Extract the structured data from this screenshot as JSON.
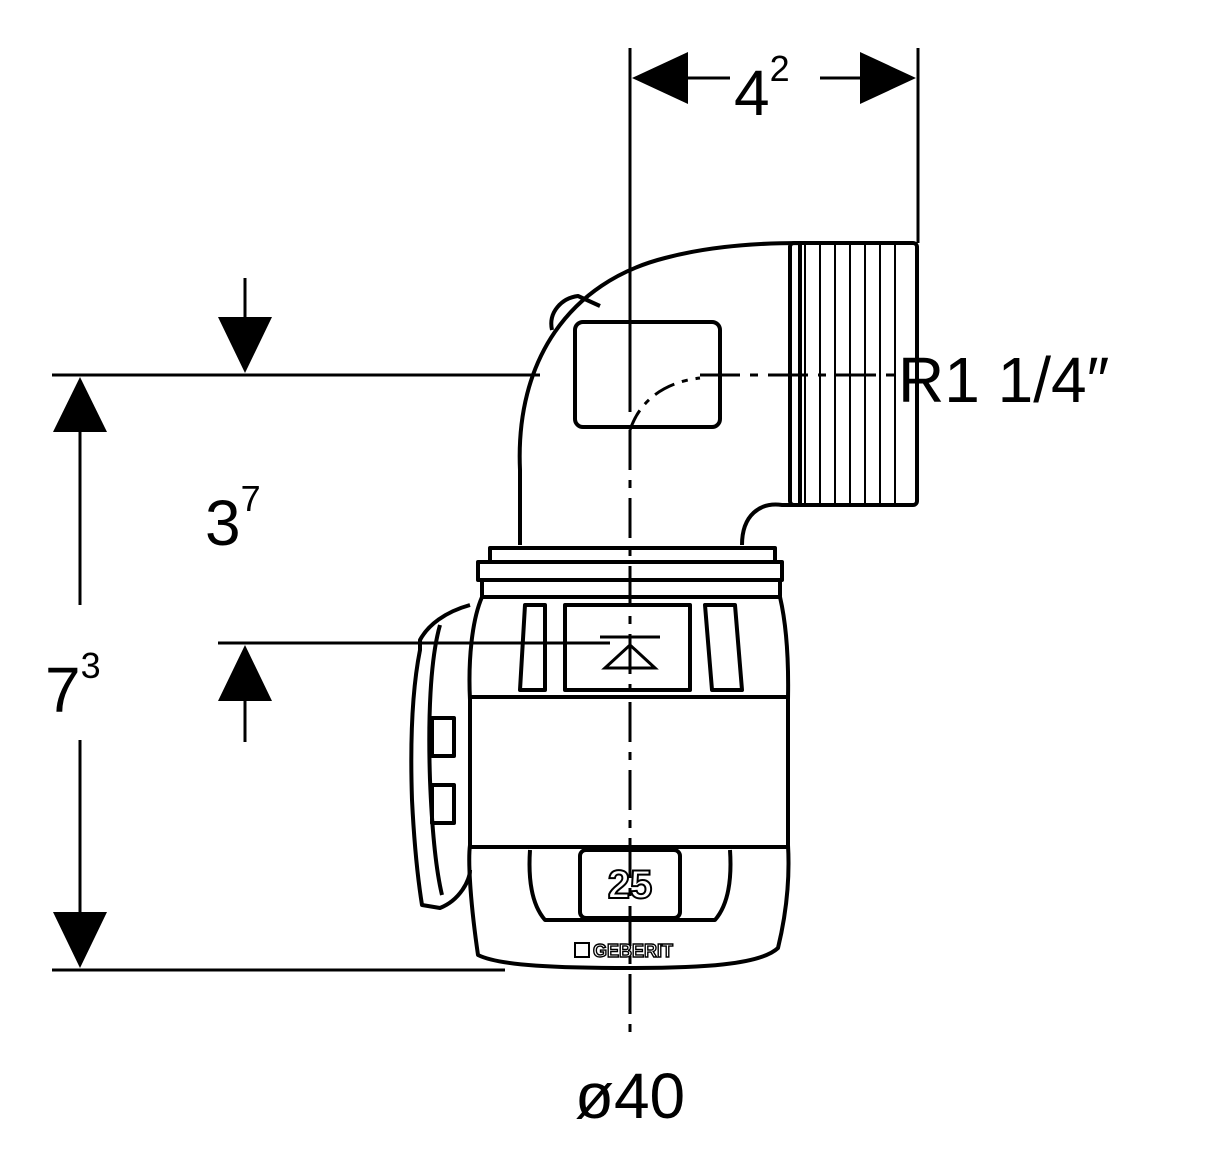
{
  "dimensions": {
    "horizontal_offset": {
      "base": "4",
      "sup": "2"
    },
    "center_to_top": {
      "base": "3",
      "sup": "7"
    },
    "overall_height": {
      "base": "7",
      "sup": "3"
    },
    "thread": "R1 1/4″",
    "diameter": "ø40"
  },
  "markings": {
    "size_number": "25",
    "brand": "GEBERIT"
  },
  "colors": {
    "ink": "#000000",
    "paper": "#ffffff"
  }
}
